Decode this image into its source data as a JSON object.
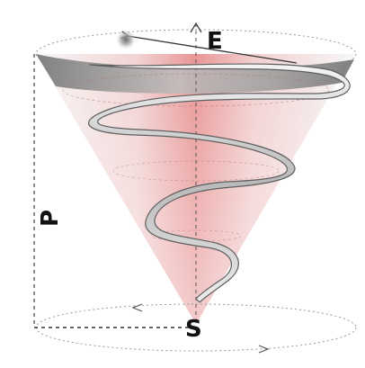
{
  "labels": {
    "e": "E",
    "p": "P",
    "s": "S"
  },
  "colors": {
    "cone_fill": "#ea8d8d",
    "cone_rim": "#7a7a7a",
    "ribbon_fill": "#d9d9d9",
    "ribbon_edge": "#5f5f5f",
    "dashed_line": "#444444",
    "ellipse_line": "#9a9a9a"
  }
}
